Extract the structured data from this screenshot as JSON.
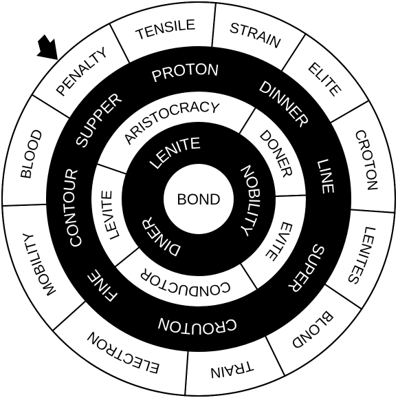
{
  "center": {
    "label": "BOND"
  },
  "rings": [
    {
      "id": "ring-inner",
      "fill": "#000000",
      "text_color": "#ffffff",
      "segments": [
        {
          "label": "LENITE",
          "start": -73,
          "end": 20
        },
        {
          "label": "NOBILITY",
          "start": 20,
          "end": 163
        },
        {
          "label": "DINER",
          "start": 163,
          "end": 287
        }
      ]
    },
    {
      "id": "ring-middle",
      "fill": "#ffffff",
      "text_color": "#000000",
      "segments": [
        {
          "label": "ARISTOCRACY",
          "start": -71,
          "end": 32
        },
        {
          "label": "DONER",
          "start": 32,
          "end": 88
        },
        {
          "label": "EVITE",
          "start": 88,
          "end": 147
        },
        {
          "label": "CONDUCTOR",
          "start": 147,
          "end": 231
        },
        {
          "label": "LEVITE",
          "start": 231,
          "end": 289
        }
      ]
    },
    {
      "id": "ring-third",
      "fill": "#000000",
      "text_color": "#ffffff",
      "segments": [
        {
          "label": "PROTON",
          "start": -34,
          "end": 22
        },
        {
          "label": "DINNER",
          "start": 22,
          "end": 62
        },
        {
          "label": "LINE",
          "start": 62,
          "end": 98
        },
        {
          "label": "SUPER",
          "start": 98,
          "end": 147
        },
        {
          "label": "CROUTON",
          "start": 147,
          "end": 214
        },
        {
          "label": "FINE",
          "start": 214,
          "end": 242
        },
        {
          "label": "CONTOUR",
          "start": 242,
          "end": 290
        },
        {
          "label": "SUPPER",
          "start": 290,
          "end": 326
        }
      ]
    },
    {
      "id": "ring-outer",
      "fill": "#ffffff",
      "text_color": "#000000",
      "segments": [
        {
          "label": "TENSILE",
          "start": -27,
          "end": 5
        },
        {
          "label": "STRAIN",
          "start": 5,
          "end": 33
        },
        {
          "label": "ELITE",
          "start": 33,
          "end": 60
        },
        {
          "label": "CROTON",
          "start": 60,
          "end": 94
        },
        {
          "label": "LENITES",
          "start": 94,
          "end": 124
        },
        {
          "label": "BLOND",
          "start": 124,
          "end": 154
        },
        {
          "label": "TRAIN",
          "start": 154,
          "end": 184
        },
        {
          "label": "ELECTRON",
          "start": 184,
          "end": 228
        },
        {
          "label": "MOBILITY",
          "start": 228,
          "end": 268
        },
        {
          "label": "BLOOD",
          "start": 268,
          "end": 302
        },
        {
          "label": "PENALTY",
          "start": 302,
          "end": 333
        }
      ]
    }
  ],
  "start_marker": {
    "icon": "arrow-icon",
    "points_to": "PENALTY",
    "color": "#000000"
  }
}
